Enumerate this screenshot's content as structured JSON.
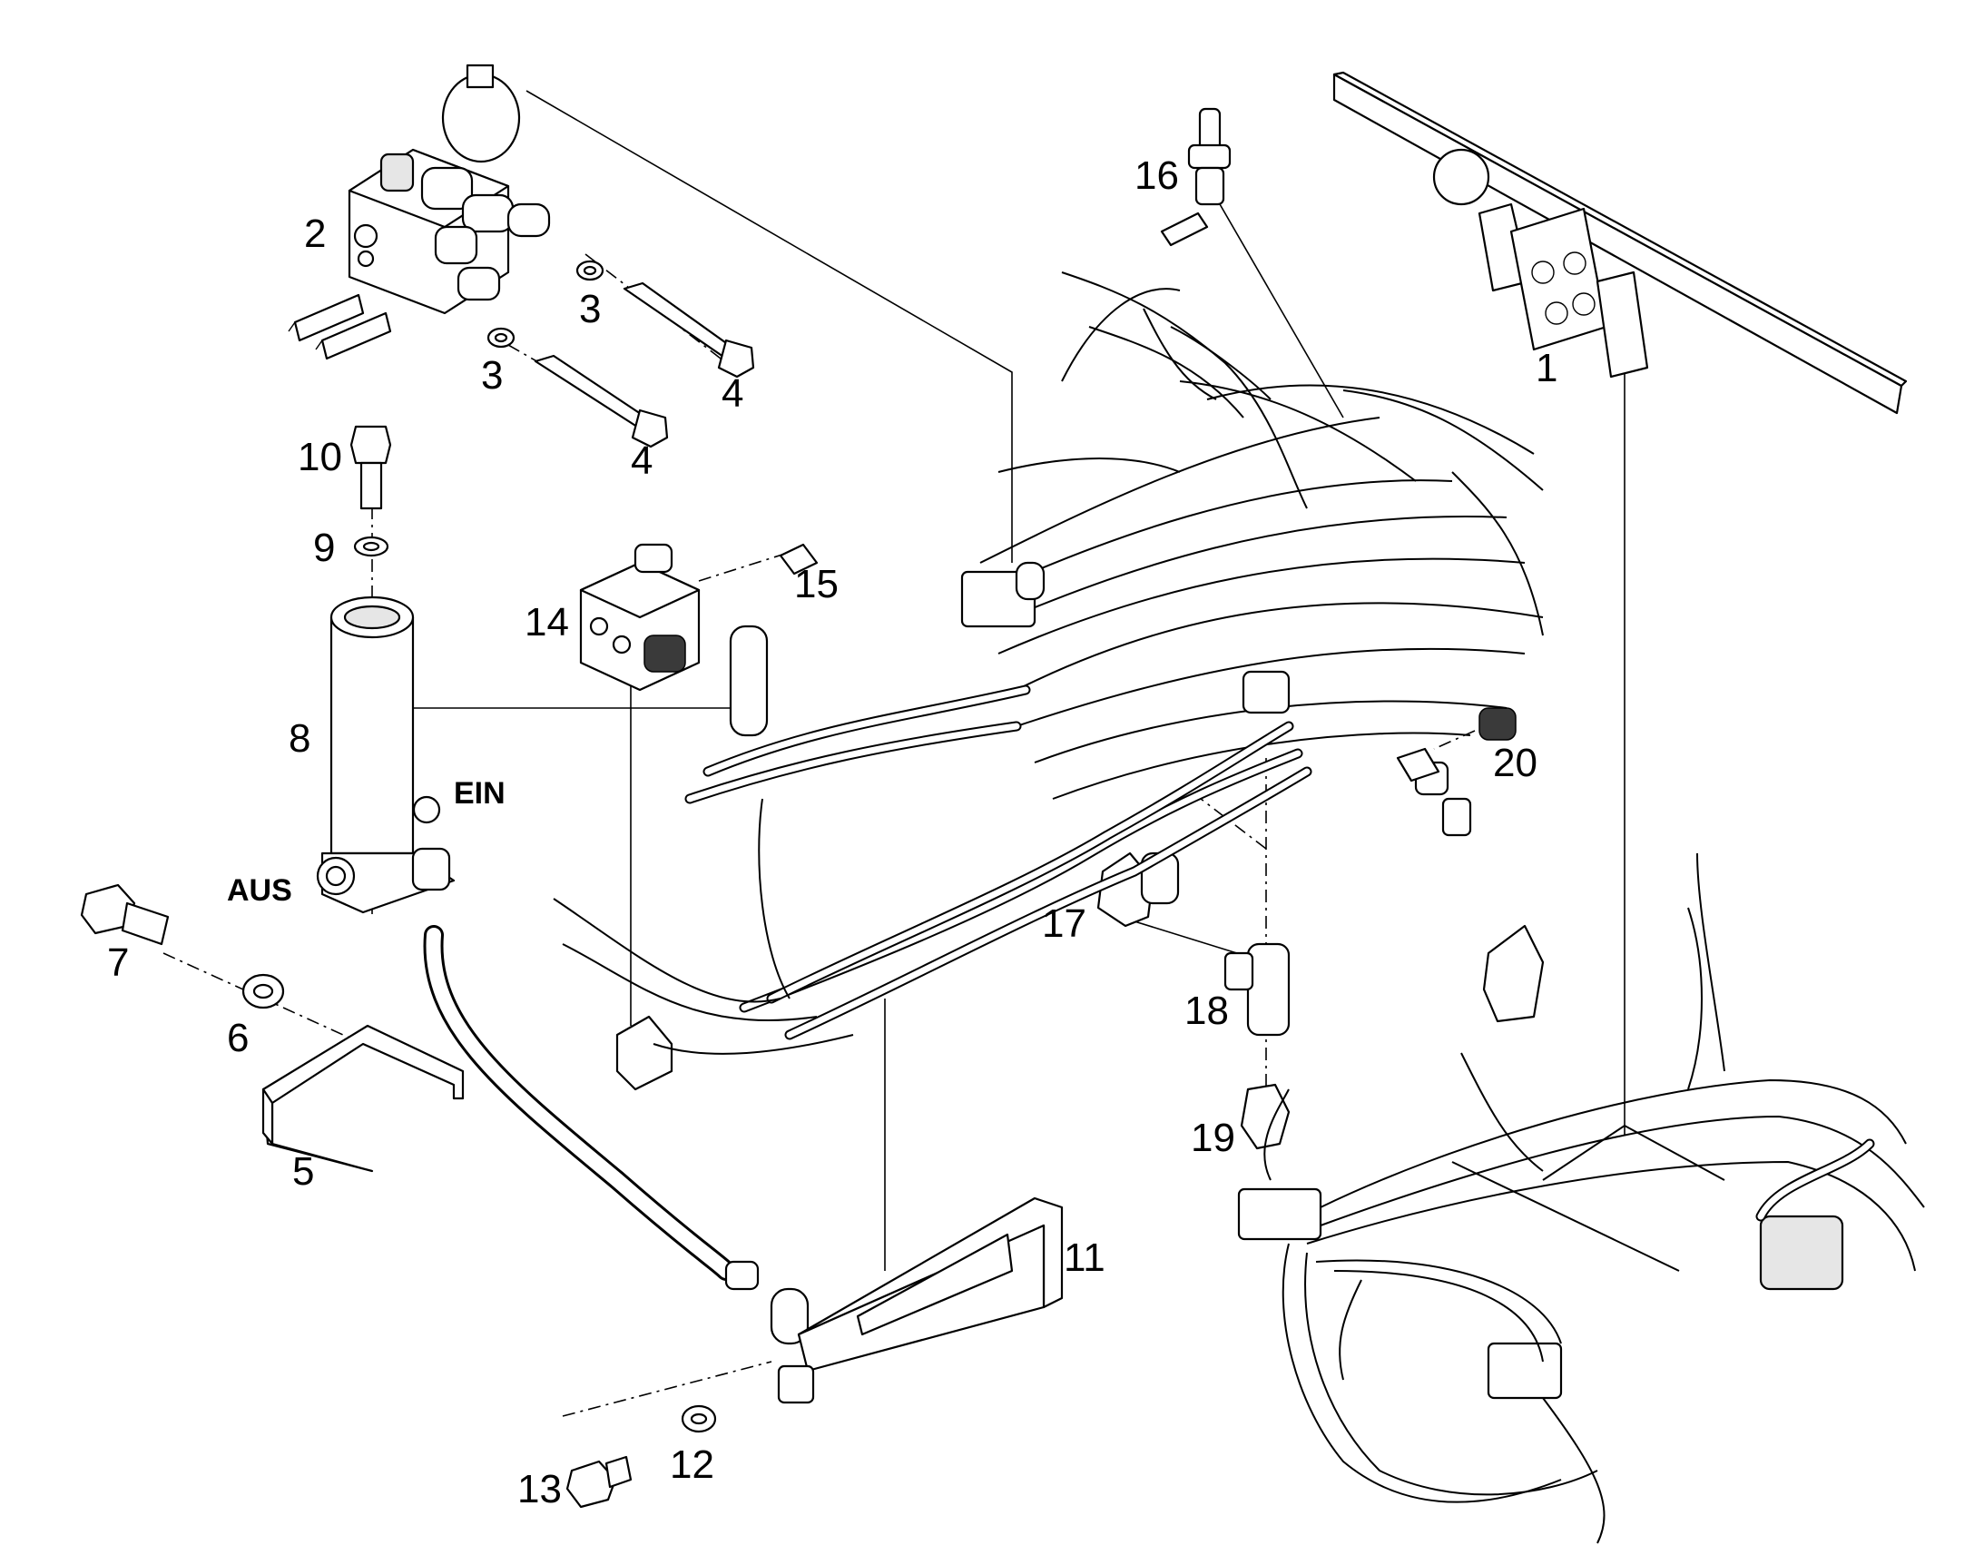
{
  "callouts": {
    "c1": "1",
    "c2": "2",
    "c3a": "3",
    "c3b": "3",
    "c4a": "4",
    "c4b": "4",
    "c5": "5",
    "c6": "6",
    "c7": "7",
    "c8": "8",
    "c9": "9",
    "c10": "10",
    "c11": "11",
    "c12": "12",
    "c13": "13",
    "c14": "14",
    "c15": "15",
    "c16": "16",
    "c17": "17",
    "c18": "18",
    "c19": "19",
    "c20": "20"
  },
  "port_labels": {
    "ein": "EIN",
    "aus": "AUS"
  }
}
